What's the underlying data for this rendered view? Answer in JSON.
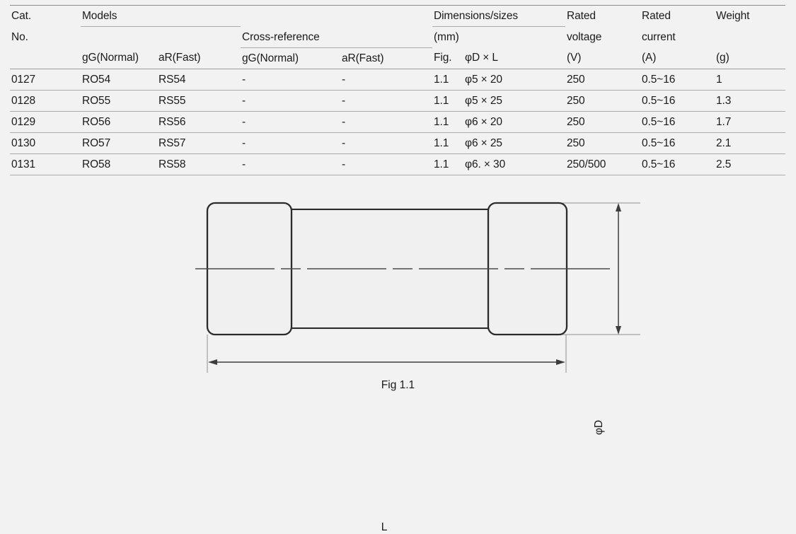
{
  "table": {
    "headers": {
      "cat_no_line1": "Cat.",
      "cat_no_line2": "No.",
      "models": "Models",
      "cross_reference": "Cross-reference",
      "dimensions_line1": "Dimensions/sizes",
      "dimensions_line2": "(mm)",
      "rated_voltage_line1": "Rated",
      "rated_voltage_line2": "voltage",
      "rated_voltage_unit": "(V)",
      "rated_current_line1": "Rated",
      "rated_current_line2": "current",
      "rated_current_unit": "(A)",
      "weight": "Weight",
      "weight_unit": "(g)",
      "models_gg": "gG(Normal)",
      "models_ar": "aR(Fast)",
      "xref_gg": "gG(Normal)",
      "xref_ar": "aR(Fast)",
      "fig": "Fig.",
      "dia_x_l": "φD × L"
    },
    "rows": [
      {
        "cat_no": "0127",
        "models_gg": "RO54",
        "models_ar": "RS54",
        "xref_gg": "-",
        "xref_ar": "-",
        "fig": "1.1",
        "dia_x_l": "φ5 × 20",
        "rated_voltage": "250",
        "rated_current": "0.5~16",
        "weight": "1"
      },
      {
        "cat_no": "0128",
        "models_gg": "RO55",
        "models_ar": "RS55",
        "xref_gg": "-",
        "xref_ar": "-",
        "fig": "1.1",
        "dia_x_l": "φ5 × 25",
        "rated_voltage": "250",
        "rated_current": "0.5~16",
        "weight": "1.3"
      },
      {
        "cat_no": "0129",
        "models_gg": "RO56",
        "models_ar": "RS56",
        "xref_gg": "-",
        "xref_ar": "-",
        "fig": "1.1",
        "dia_x_l": "φ6 × 20",
        "rated_voltage": "250",
        "rated_current": "0.5~16",
        "weight": "1.7"
      },
      {
        "cat_no": "0130",
        "models_gg": "RO57",
        "models_ar": "RS57",
        "xref_gg": "-",
        "xref_ar": "-",
        "fig": "1.1",
        "dia_x_l": "φ6 × 25",
        "rated_voltage": "250",
        "rated_current": "0.5~16",
        "weight": "2.1"
      },
      {
        "cat_no": "0131",
        "models_gg": "RO58",
        "models_ar": "RS58",
        "xref_gg": "-",
        "xref_ar": "-",
        "fig": "1.1",
        "dia_x_l": "φ6. × 30",
        "rated_voltage": "250/500",
        "rated_current": "0.5~16",
        "weight": "2.5"
      }
    ]
  },
  "figure": {
    "caption": "Fig 1.1",
    "diameter_label": "φD",
    "length_label": "L",
    "colors": {
      "background": "#f2f2f2",
      "outline": "#2b2b2b",
      "dimension_line": "#555555",
      "table_rule": "#a9acaf",
      "text": "#1a1a1a"
    }
  }
}
